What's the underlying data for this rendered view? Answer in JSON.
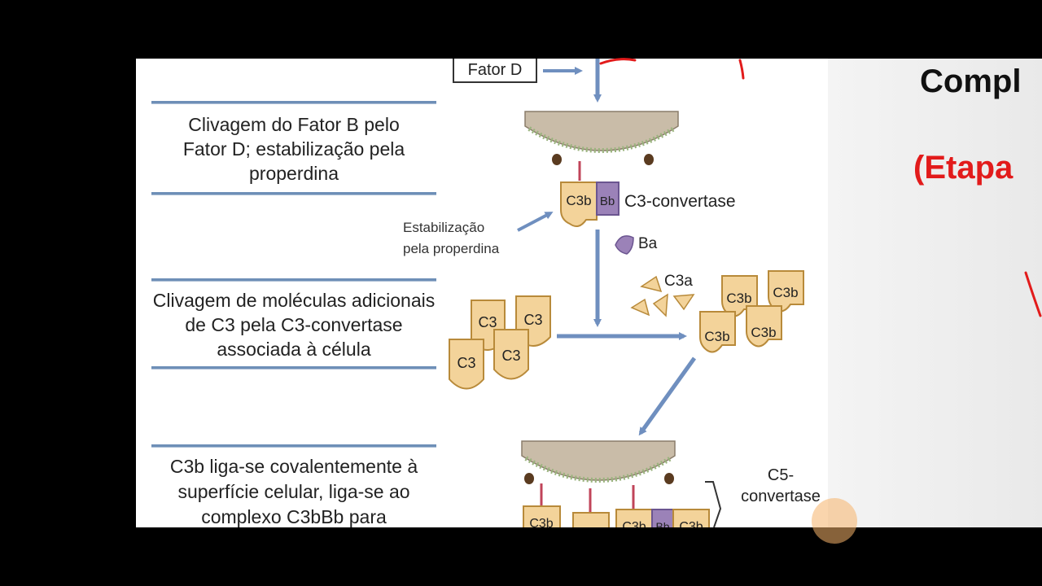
{
  "slide": {
    "title": "Compl",
    "subtitle": "(Etapa"
  },
  "diagram": {
    "fator_d": "Fator D",
    "steps": [
      {
        "text": "Clivagem do Fator B pelo Fator D; estabilização pela properdina"
      },
      {
        "text": "Clivagem de moléculas adicionais de C3 pela C3-convertase associada à célula"
      },
      {
        "text": "C3b liga-se covalentemente à superfície celular, liga-se ao complexo C3bBb para"
      }
    ],
    "labels": {
      "c3b": "C3b",
      "bb": "Bb",
      "c3_convertase": "C3-convertase",
      "estabilizacao": "Estabilização",
      "pela_properdina": "pela properdina",
      "ba": "Ba",
      "c3a": "C3a",
      "c3": "C3",
      "c5_line1": "C5-",
      "c5_line2": "convertase"
    },
    "colors": {
      "arrow": "#6f8fbf",
      "c3_fill": "#f3d39a",
      "c3_stroke": "#b88a3a",
      "bb_fill": "#9b82b8",
      "membrane": "#c9bca8",
      "annotation_red": "#e21b1b"
    }
  }
}
